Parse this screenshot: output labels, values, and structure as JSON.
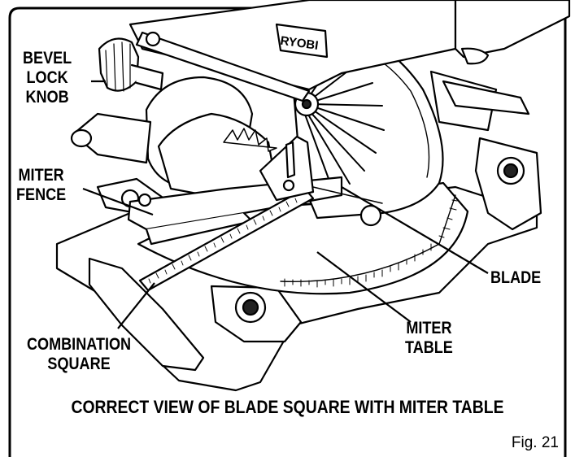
{
  "labels": {
    "bevel_lock_knob": [
      "BEVEL",
      "LOCK",
      "KNOB"
    ],
    "miter_fence": [
      "MITER",
      "FENCE"
    ],
    "blade": [
      "BLADE"
    ],
    "miter_table": [
      "MITER",
      "TABLE"
    ],
    "combination_square": [
      "COMBINATION",
      "SQUARE"
    ]
  },
  "brand": "RYOBI",
  "caption": "CORRECT VIEW OF BLADE SQUARE WITH MITER TABLE",
  "figure": "Fig. 21"
}
